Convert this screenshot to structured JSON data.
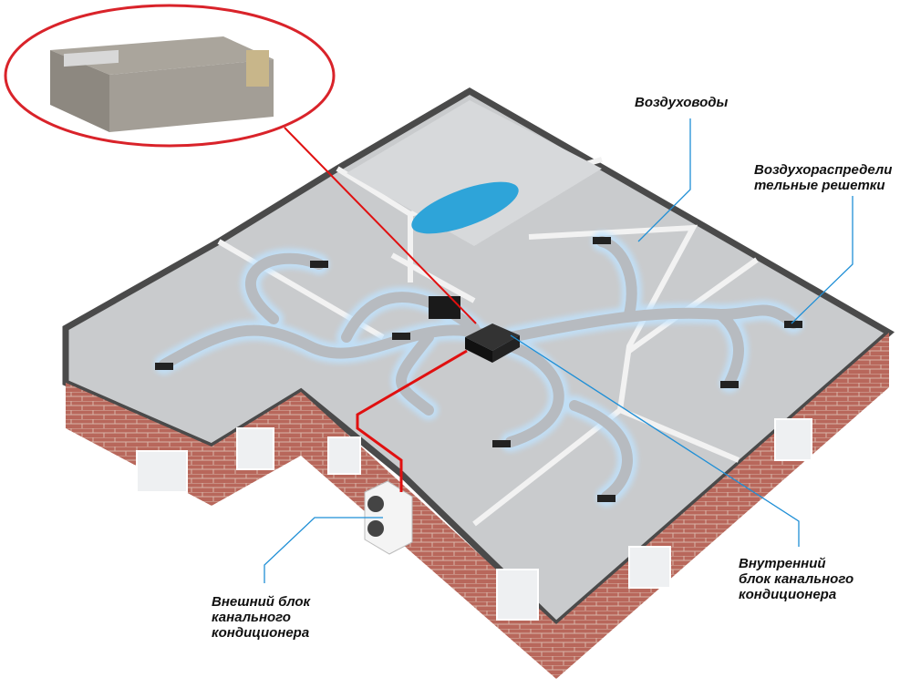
{
  "labels": {
    "ducts": "Воздуховоды",
    "grilles": [
      "Воздухораспредели",
      "тельные решетки"
    ],
    "indoor_unit": [
      "Внутренний",
      "блок канального",
      "кондиционера"
    ],
    "outdoor_unit": [
      "Внешний блок",
      "канального",
      "кондиционера"
    ]
  },
  "colors": {
    "highlight_oval": "#d9232a",
    "refrigerant_line": "#e01010",
    "leader_line": "#1f8fd6",
    "brick": "#b5655a",
    "floor": "#c9cbcd",
    "duct": "#c4c7cb",
    "car": "#2ea4d9"
  }
}
